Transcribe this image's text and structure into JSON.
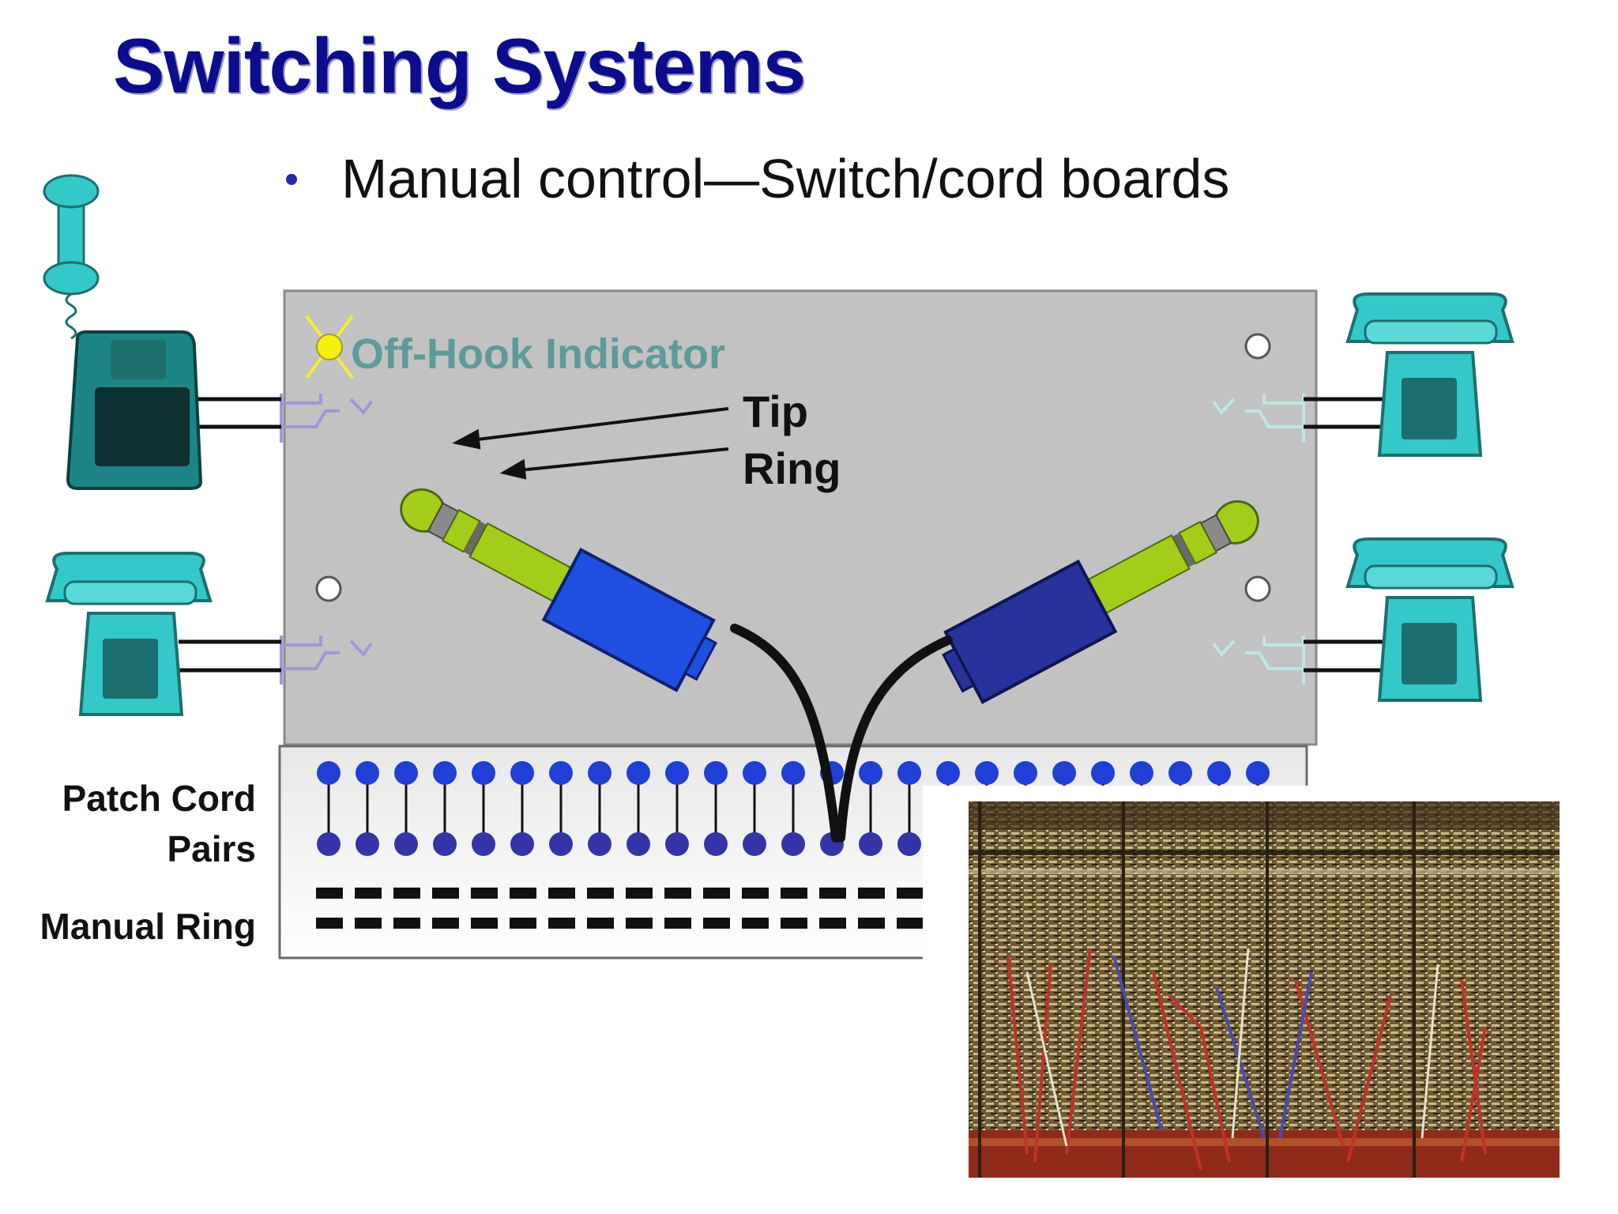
{
  "slide": {
    "title": "Switching Systems",
    "bullet": "Manual control—Switch/cord boards"
  },
  "board": {
    "indicator_label": "Off-Hook Indicator",
    "tip_label": "Tip",
    "ring_label": "Ring",
    "patch_cord_label_line1": "Patch Cord",
    "patch_cord_label_line2": "Pairs",
    "manual_ring_label": "Manual Ring",
    "patch_pair_count": 25
  },
  "icons": [
    "telephone-icon",
    "handset-icon",
    "phone-plug-icon",
    "off-hook-lamp-icon",
    "jack-icon"
  ],
  "colors": {
    "title": "#0c0c8c",
    "board": "#c2c2c2",
    "indicator_text": "#5e9a9a",
    "plug_tip": "#a4cc1a",
    "plug_left_sleeve": "#1f4fe0",
    "plug_right_sleeve": "#27329c",
    "patch_dot_top": "#1f3fd6",
    "patch_dot_bottom": "#3434a8",
    "phone_teal": "#35c8c8",
    "phone_dark_teal": "#1d6f6f"
  }
}
